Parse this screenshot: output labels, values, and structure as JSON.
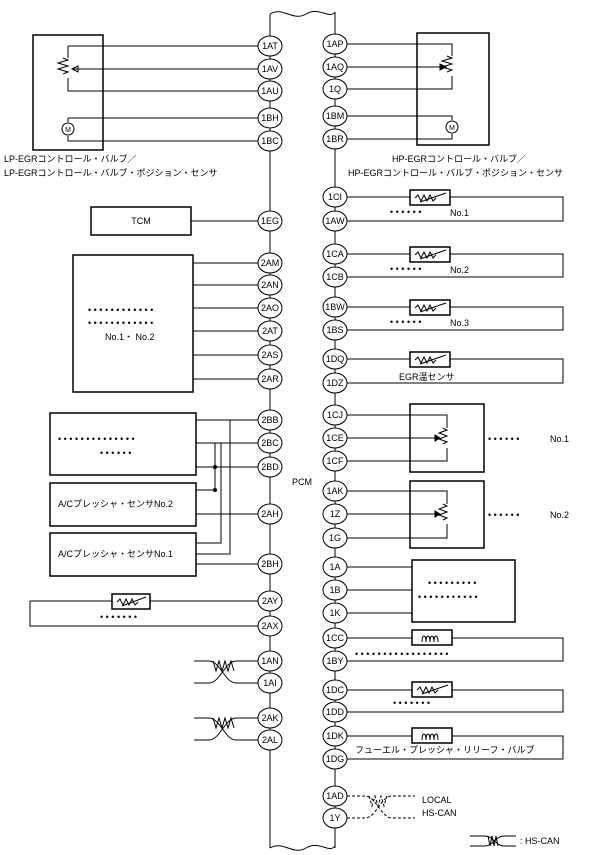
{
  "pcm": {
    "label": "PCM"
  },
  "left_pins": [
    {
      "id": "1AT"
    },
    {
      "id": "1AV"
    },
    {
      "id": "1AU"
    },
    {
      "id": "1BH"
    },
    {
      "id": "1BC"
    },
    {
      "id": "1EG"
    },
    {
      "id": "2AM"
    },
    {
      "id": "2AN"
    },
    {
      "id": "2AO"
    },
    {
      "id": "2AT"
    },
    {
      "id": "2AS"
    },
    {
      "id": "2AR"
    },
    {
      "id": "2BB"
    },
    {
      "id": "2BC"
    },
    {
      "id": "2BD"
    },
    {
      "id": "2AH"
    },
    {
      "id": "2BH"
    },
    {
      "id": "2AY"
    },
    {
      "id": "2AX"
    },
    {
      "id": "1AN"
    },
    {
      "id": "1AI"
    },
    {
      "id": "2AK"
    },
    {
      "id": "2AL"
    }
  ],
  "right_pins": [
    {
      "id": "1AP"
    },
    {
      "id": "1AQ"
    },
    {
      "id": "1Q"
    },
    {
      "id": "1BM"
    },
    {
      "id": "1BR"
    },
    {
      "id": "1CI"
    },
    {
      "id": "1AW"
    },
    {
      "id": "1CA"
    },
    {
      "id": "1CB"
    },
    {
      "id": "1BW"
    },
    {
      "id": "1BS"
    },
    {
      "id": "1DQ"
    },
    {
      "id": "1DZ"
    },
    {
      "id": "1CJ"
    },
    {
      "id": "1CE"
    },
    {
      "id": "1CF"
    },
    {
      "id": "1AK"
    },
    {
      "id": "1Z"
    },
    {
      "id": "1G"
    },
    {
      "id": "1A"
    },
    {
      "id": "1B"
    },
    {
      "id": "1K"
    },
    {
      "id": "1CC"
    },
    {
      "id": "1BY"
    },
    {
      "id": "1DC"
    },
    {
      "id": "1DD"
    },
    {
      "id": "1DK"
    },
    {
      "id": "1DG"
    },
    {
      "id": "1AD"
    },
    {
      "id": "1Y"
    }
  ],
  "components": {
    "lp_egr_line1": "LP-EGRコントロール・バルブ／",
    "lp_egr_line2": "LP-EGRコントロール・バルブ・ポジション・センサ",
    "hp_egr_line1": "HP-EGRコントロール・バルブ／",
    "hp_egr_line2": "HP-EGRコントロール・バルブ・ポジション・センサ",
    "tcm": "TCM",
    "dots_label_no1_no2": "No.1・ No.2",
    "ac_pressure_no2": "A/Cプレッシャ・センサNo.2",
    "ac_pressure_no1": "A/Cプレッシャ・センサNo.1",
    "r_no1": "No.1",
    "r_no2": "No.2",
    "r_no3": "No.3",
    "egr_temp": "EGR温センサ",
    "pos_no1": "No.1",
    "pos_no2": "No.2",
    "fuel_relief": "フューエル・プレッシャ・リリーフ・バルブ",
    "local": "LOCAL",
    "hscan": "HS-CAN",
    "legend_hscan": ": HS-CAN"
  }
}
